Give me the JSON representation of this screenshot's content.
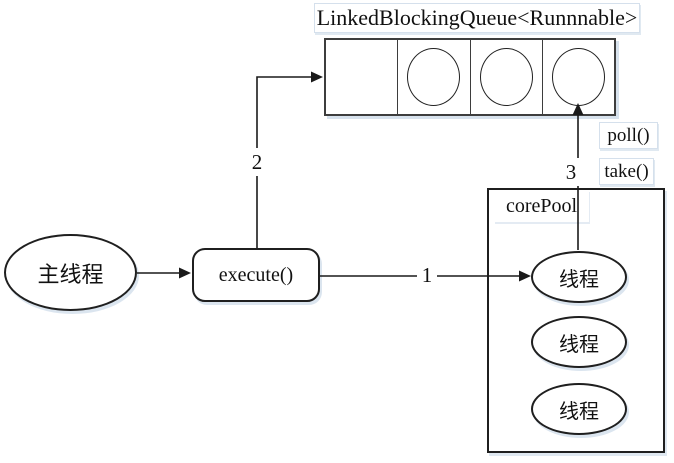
{
  "colors": {
    "background": "#ffffff",
    "line_stroke": "#1a1a1a",
    "box_stroke": "#3d3d3d",
    "shadow": "#b0c6db"
  },
  "queue": {
    "title": "LinkedBlockingQueue<Runnnable>",
    "cells_filled": [
      false,
      true,
      true,
      true
    ]
  },
  "nodes": {
    "main_thread": "主线程",
    "execute": "execute()",
    "core_pool_title": "corePool",
    "threads": [
      "线程",
      "线程",
      "线程"
    ]
  },
  "edge_labels": {
    "step_to_core_pool": "1",
    "step_to_queue": "2",
    "step_from_core_pool": "3",
    "poll": "poll()",
    "take": "take()"
  }
}
